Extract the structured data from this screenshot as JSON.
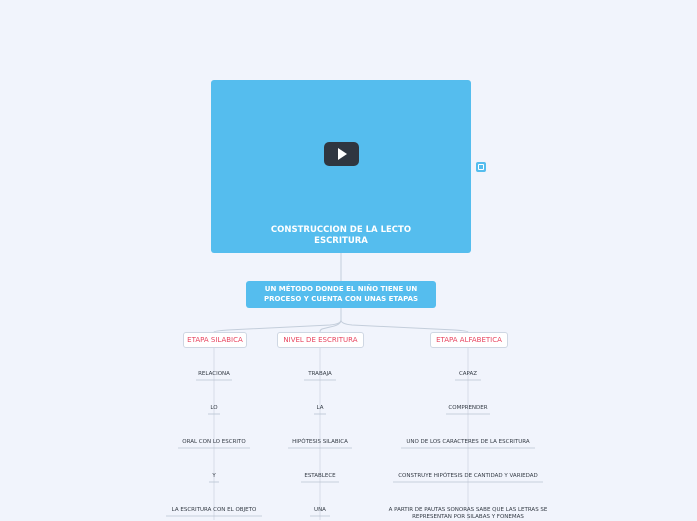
{
  "root": {
    "title": "CONSTRUCCION DE LA LECTO ESCRITURA",
    "has_video": true,
    "color": "#55bdee"
  },
  "subtopic": {
    "label": "UN MÉTODO DONDE EL NIÑO TIENE UN PROCESO Y CUENTA CON UNAS ETAPAS"
  },
  "branches": [
    {
      "label": "ETAPA SILABICA",
      "children": [
        "RELACIONA",
        "LO",
        "ORAL CON LO ESCRITO",
        "Y",
        "LA ESCRITURA CON  EL OBJETO"
      ]
    },
    {
      "label": "NIVEL DE ESCRITURA",
      "children": [
        "TRABAJA",
        "LA",
        "HIPÓTESIS SILABICA",
        "ESTABLECE",
        "UNA"
      ]
    },
    {
      "label": "ETAPA ALFABETICA",
      "children": [
        "CAPAZ",
        "COMPRENDER",
        "UNO DE LOS CARACTERES DE LA ESCRITURA",
        "CONSTRUYE HIPÓTESIS DE CANTIDAD Y VARIEDAD",
        "A PARTIR DE PAUTAS SONORAS SABE QUE LAS LETRAS SE REPRESENTAN POR SILABAS Y FONEMAS"
      ]
    }
  ],
  "colors": {
    "background": "#f1f4fc",
    "topic": "#55bdee",
    "branch_text": "#e8455f",
    "line": "#c4cedb"
  },
  "icons": [
    "play-icon",
    "link-icon"
  ]
}
